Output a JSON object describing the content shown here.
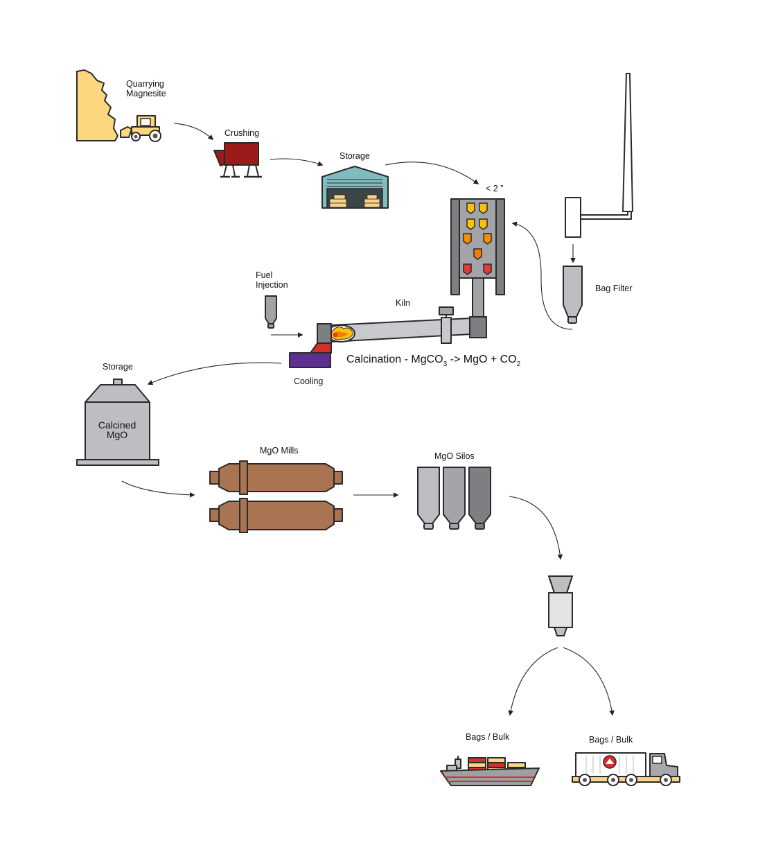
{
  "labels": {
    "quarrying_line1": "Quarrying",
    "quarrying_line2": "Magnesite",
    "crushing": "Crushing",
    "storage_top": "Storage",
    "size_spec": "< 2 ”",
    "bag_filter": "Bag Filter",
    "fuel_line1": "Fuel",
    "fuel_line2": "Injection",
    "kiln": "Kiln",
    "calcination_prefix": "Calcination - MgCO",
    "calcination_sub1": "3",
    "calcination_mid": " -> MgO + CO",
    "calcination_sub2": "2",
    "cooling": "Cooling",
    "storage_mid": "Storage",
    "silo_line1": "Calcined",
    "silo_line2": "MgO",
    "mills": "MgO Mills",
    "silos": "MgO Silos",
    "ship_bags": "Bags / Bulk",
    "truck_bags": "Bags / Bulk"
  },
  "colors": {
    "quarry": "#FDD77E",
    "crusher": "#9B1B1B",
    "warehouse": "#7FBCC0",
    "fuel_burner": "#A2A3A6",
    "kiln_body": "#C8C9CC",
    "flame_yellow": "#FFC107",
    "flame_orange": "#F57C00",
    "flame_red": "#E53935",
    "cooler_red": "#D32F2F",
    "cooler_purple": "#5E2E91",
    "mill_brown": "#A87452",
    "silo_light": "#BDBEC1",
    "silo_mid": "#A3A4A7",
    "silo_dark": "#7E7F82",
    "ship_hull": "#9FA0A3",
    "truck_body": "#A7A8AB"
  }
}
